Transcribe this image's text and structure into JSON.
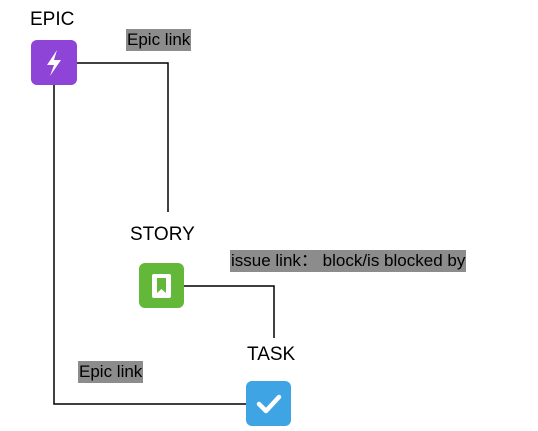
{
  "nodes": {
    "epic": {
      "title": "EPIC",
      "icon": "lightning-icon",
      "color": "#8e44d6"
    },
    "story": {
      "title": "STORY",
      "icon": "bookmark-icon",
      "color": "#63b83a"
    },
    "task": {
      "title": "TASK",
      "icon": "checkmark-icon",
      "color": "#3fa4e3"
    }
  },
  "links": {
    "epic_story": "Epic link",
    "story_task": "issue link： block/is blocked by",
    "epic_task": "Epic link"
  },
  "colors": {
    "line": "#000000",
    "label_background": "#8c8c8c"
  }
}
